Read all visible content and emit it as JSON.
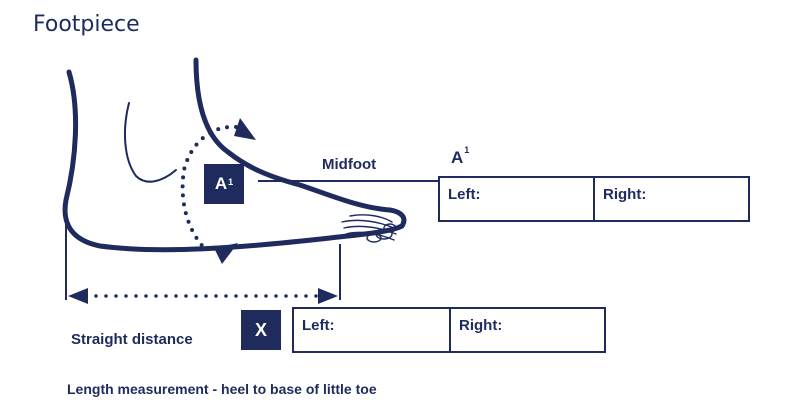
{
  "title": "Footpiece",
  "midfoot": {
    "label": "Midfoot",
    "badge": "A",
    "badge_sup": "1",
    "header": "A",
    "header_sup": "1",
    "left_label": "Left:",
    "right_label": "Right:"
  },
  "length": {
    "label": "Straight distance",
    "badge": "X",
    "left_label": "Left:",
    "right_label": "Right:"
  },
  "caption": "Length measurement - heel to base of little toe",
  "colors": {
    "ink": "#1e2b5c",
    "background": "#ffffff"
  }
}
